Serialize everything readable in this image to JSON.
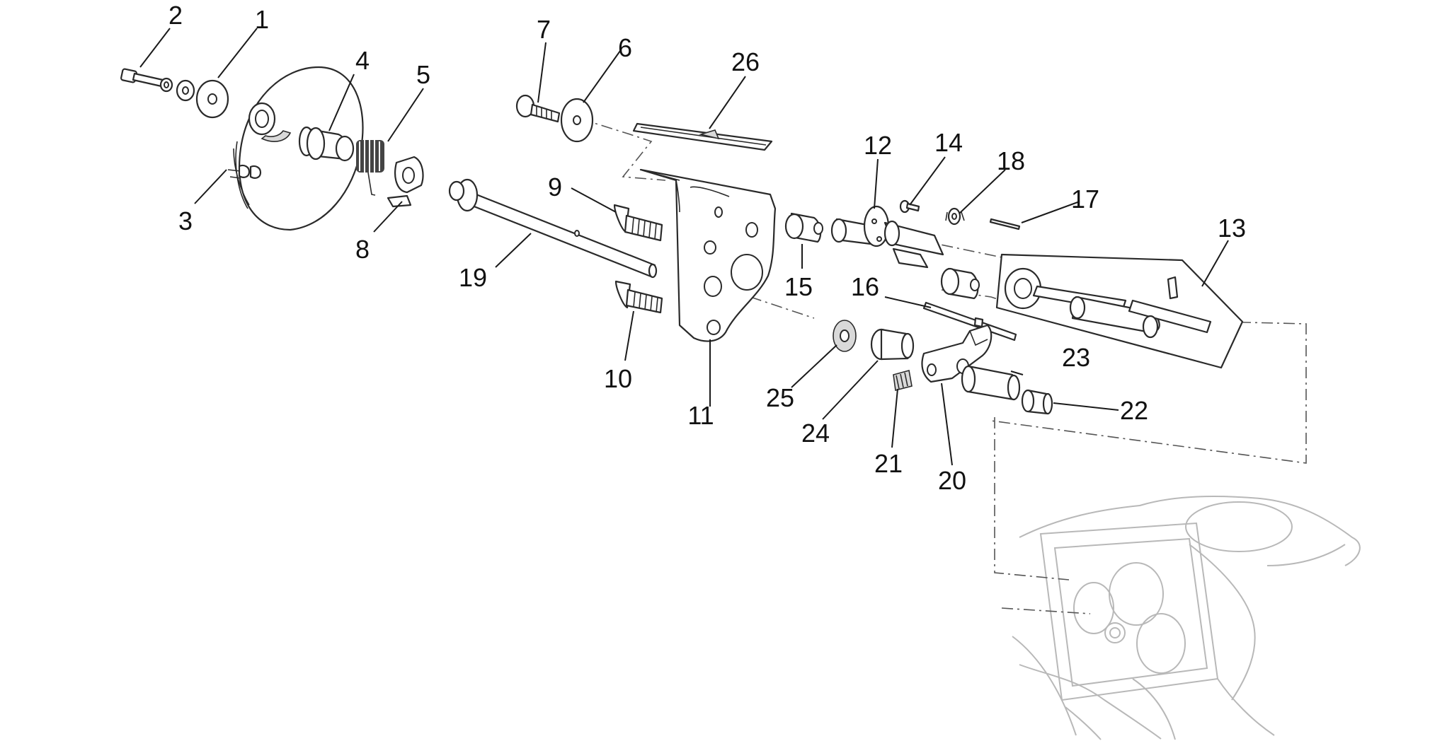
{
  "callouts": [
    "1",
    "2",
    "3",
    "4",
    "5",
    "6",
    "7",
    "8",
    "9",
    "10",
    "11",
    "12",
    "13",
    "14",
    "15",
    "16",
    "17",
    "18",
    "19",
    "20",
    "21",
    "22",
    "23",
    "24",
    "25",
    "26"
  ],
  "colors": {
    "line": "#2a2a2a",
    "ghost_engine": "#b8b8b8",
    "background": "#ffffff"
  }
}
